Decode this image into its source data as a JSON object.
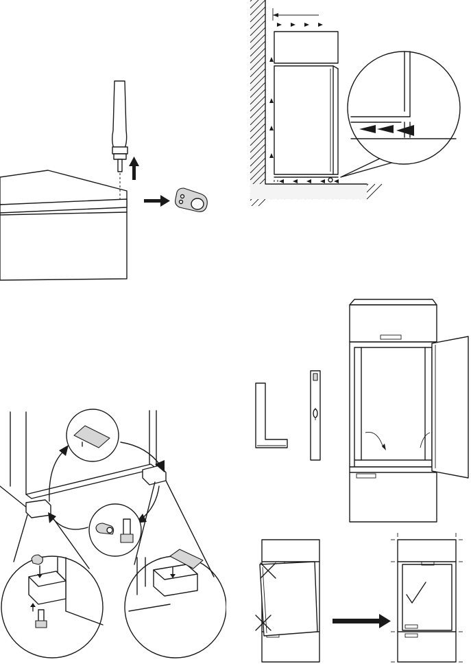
{
  "figures": [
    {
      "id": "door-hinge-cap-removal",
      "icons": [
        "screwdriver-icon",
        "up-arrow-icon",
        "right-arrow-icon",
        "hinge-cap-icon"
      ]
    },
    {
      "id": "installation-clearance",
      "icons": [
        "wall-hatch",
        "ventilation-arrows",
        "magnifier-circle"
      ]
    },
    {
      "id": "hinge-cover-swap",
      "icons": [
        "cover-plate-icon",
        "hinge-pin-icon",
        "curved-arrow-icon"
      ]
    },
    {
      "id": "cabinet-level-check",
      "icons": [
        "set-square-icon",
        "spirit-level-icon",
        "cabinet-icon"
      ]
    },
    {
      "id": "cabinet-alignment",
      "icons": [
        "cross-mark-icon",
        "check-mark-icon",
        "right-arrow-icon"
      ]
    }
  ],
  "colors": {
    "line": "#1a1a1a",
    "shade": "#d6d6d6",
    "background": "#ffffff"
  }
}
